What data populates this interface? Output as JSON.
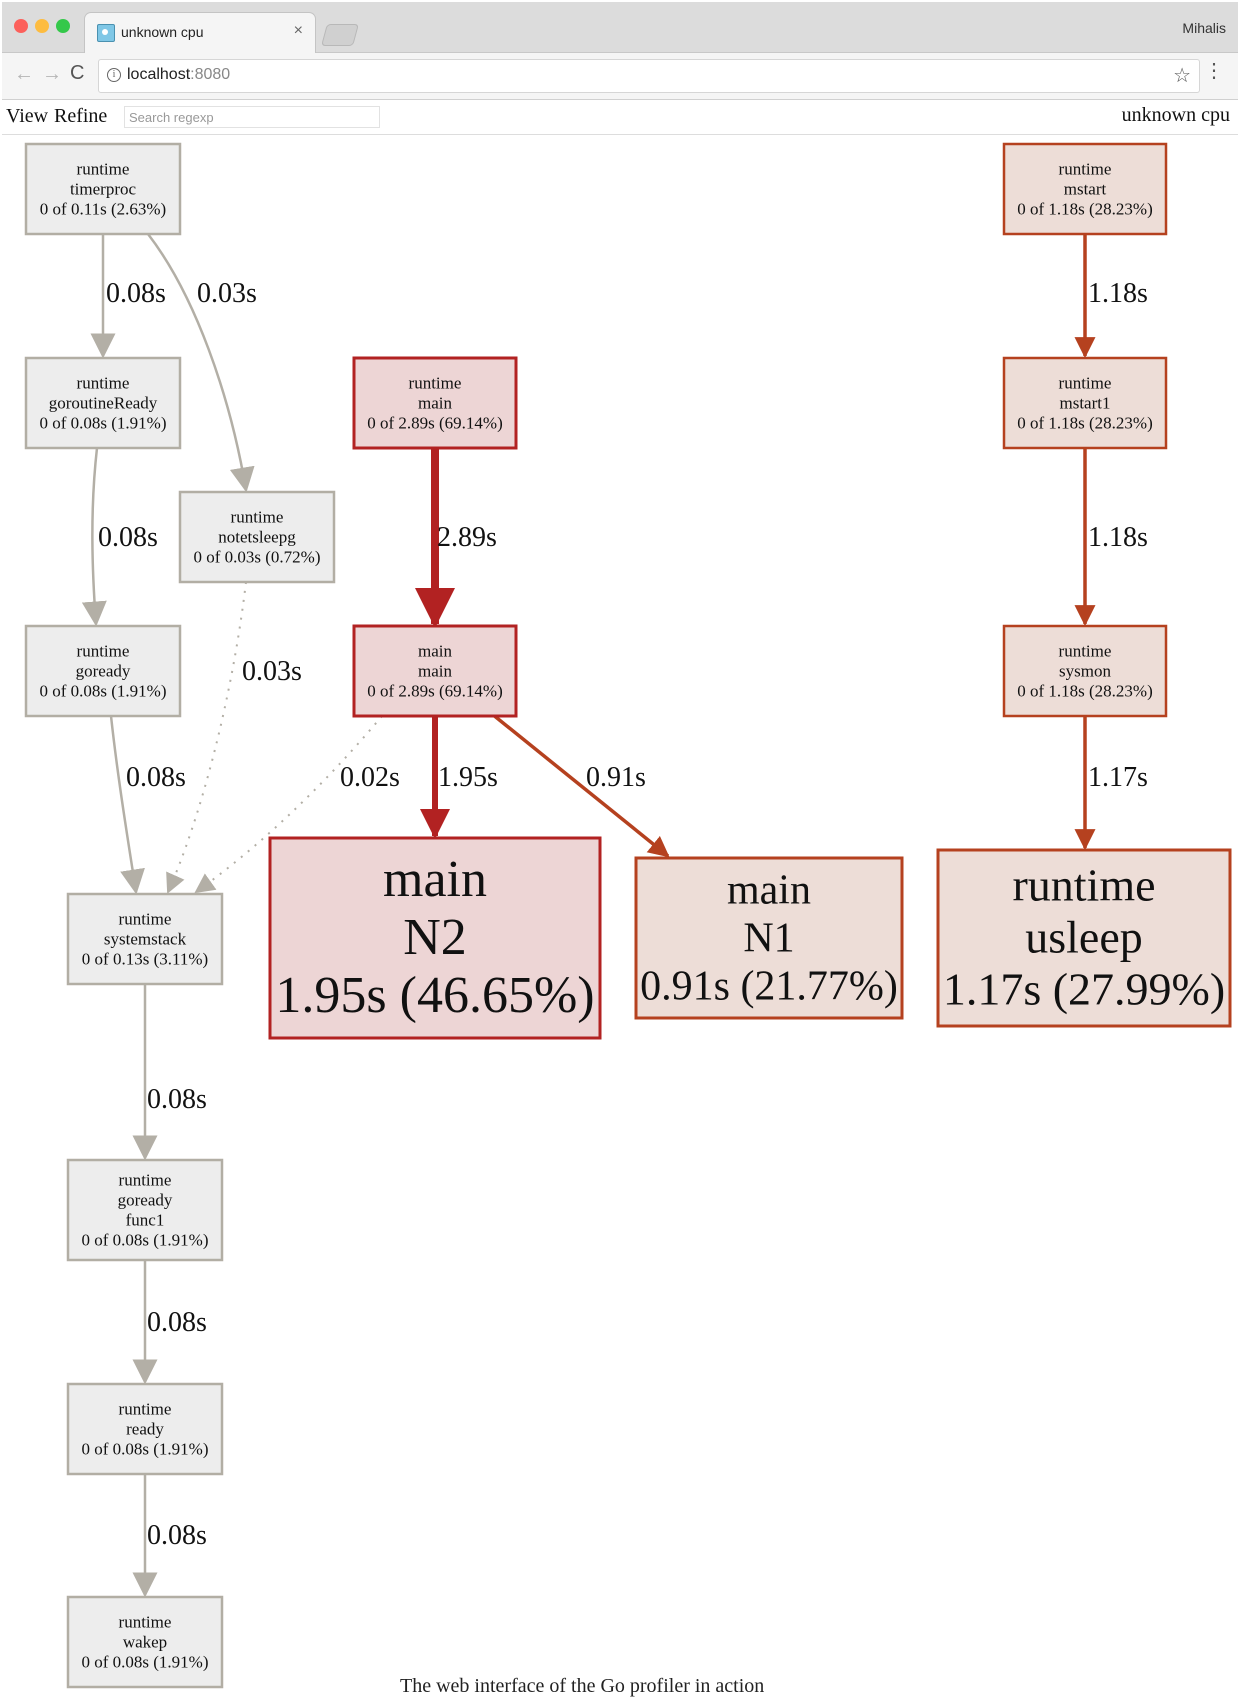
{
  "browser": {
    "tab_title": "unknown cpu",
    "tab_close": "×",
    "profile_name": "Mihalis",
    "url_host": "localhost",
    "url_port": ":8080",
    "info_glyph": "i",
    "star_glyph": "☆",
    "menu_glyph": "⋮",
    "back_glyph": "←",
    "forward_glyph": "→",
    "reload_glyph": "C",
    "icons": [
      "browser-favicon",
      "info-icon",
      "star-icon",
      "menu-icon",
      "back-icon",
      "forward-icon",
      "reload-icon"
    ]
  },
  "pprof": {
    "menu_view": "View",
    "menu_refine": "Refine",
    "search_placeholder": "Search regexp",
    "profile_title": "unknown cpu"
  },
  "colors": {
    "hot_edge": "#b22222",
    "warm_edge": "#b5411f",
    "cold_edge": "#b3afa6",
    "cold_node_fill": "#ededed",
    "cold_node_border": "#b2aea4",
    "hot_node_fill": "#edd5d5",
    "warm_node_fill": "#edddd7"
  },
  "graph": {
    "nodes": [
      {
        "id": "timerproc",
        "lines": [
          "runtime",
          "timerproc",
          "0 of 0.11s (2.63%)"
        ]
      },
      {
        "id": "goroutineReady",
        "lines": [
          "runtime",
          "goroutineReady",
          "0 of 0.08s (1.91%)"
        ]
      },
      {
        "id": "notetsleepg",
        "lines": [
          "runtime",
          "notetsleepg",
          "0 of 0.03s (0.72%)"
        ]
      },
      {
        "id": "goready",
        "lines": [
          "runtime",
          "goready",
          "0 of 0.08s (1.91%)"
        ]
      },
      {
        "id": "systemstack",
        "lines": [
          "runtime",
          "systemstack",
          "0 of 0.13s (3.11%)"
        ]
      },
      {
        "id": "goready_func1",
        "lines": [
          "runtime",
          "goready",
          "func1",
          "0 of 0.08s (1.91%)"
        ]
      },
      {
        "id": "ready",
        "lines": [
          "runtime",
          "ready",
          "0 of 0.08s (1.91%)"
        ]
      },
      {
        "id": "wakep",
        "lines": [
          "runtime",
          "wakep",
          "0 of 0.08s (1.91%)"
        ]
      },
      {
        "id": "runtime_main",
        "lines": [
          "runtime",
          "main",
          "0 of 2.89s (69.14%)"
        ]
      },
      {
        "id": "main_main",
        "lines": [
          "main",
          "main",
          "0 of 2.89s (69.14%)"
        ]
      },
      {
        "id": "main_N2",
        "lines": [
          "main",
          "N2",
          "1.95s (46.65%)"
        ]
      },
      {
        "id": "main_N1",
        "lines": [
          "main",
          "N1",
          "0.91s (21.77%)"
        ]
      },
      {
        "id": "mstart",
        "lines": [
          "runtime",
          "mstart",
          "0 of 1.18s (28.23%)"
        ]
      },
      {
        "id": "mstart1",
        "lines": [
          "runtime",
          "mstart1",
          "0 of 1.18s (28.23%)"
        ]
      },
      {
        "id": "sysmon",
        "lines": [
          "runtime",
          "sysmon",
          "0 of 1.18s (28.23%)"
        ]
      },
      {
        "id": "usleep",
        "lines": [
          "runtime",
          "usleep",
          "1.17s (27.99%)"
        ]
      }
    ],
    "edges": [
      {
        "from": "timerproc",
        "to": "goroutineReady",
        "label": "0.08s"
      },
      {
        "from": "timerproc",
        "to": "notetsleepg",
        "label": "0.03s"
      },
      {
        "from": "goroutineReady",
        "to": "goready",
        "label": "0.08s"
      },
      {
        "from": "notetsleepg",
        "to": "systemstack",
        "label": "0.03s"
      },
      {
        "from": "goready",
        "to": "systemstack",
        "label": "0.08s"
      },
      {
        "from": "main_main",
        "to": "systemstack",
        "label": "0.02s"
      },
      {
        "from": "runtime_main",
        "to": "main_main",
        "label": "2.89s"
      },
      {
        "from": "main_main",
        "to": "main_N2",
        "label": "1.95s"
      },
      {
        "from": "main_main",
        "to": "main_N1",
        "label": "0.91s"
      },
      {
        "from": "systemstack",
        "to": "goready_func1",
        "label": "0.08s"
      },
      {
        "from": "goready_func1",
        "to": "ready",
        "label": "0.08s"
      },
      {
        "from": "ready",
        "to": "wakep",
        "label": "0.08s"
      },
      {
        "from": "mstart",
        "to": "mstart1",
        "label": "1.18s"
      },
      {
        "from": "mstart1",
        "to": "sysmon",
        "label": "1.18s"
      },
      {
        "from": "sysmon",
        "to": "usleep",
        "label": "1.17s"
      }
    ]
  },
  "caption": "The web interface of the Go profiler in action"
}
